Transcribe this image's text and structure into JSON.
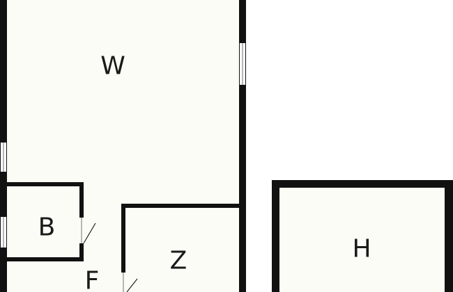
{
  "rooms": [
    {
      "id": "W",
      "label": "W"
    },
    {
      "id": "B",
      "label": "B"
    },
    {
      "id": "Z",
      "label": "Z"
    },
    {
      "id": "F",
      "label": "F"
    },
    {
      "id": "H",
      "label": "H"
    }
  ],
  "colors": {
    "wall": "#111111",
    "floor": "#fcfcf6",
    "background": "#ffffff"
  }
}
